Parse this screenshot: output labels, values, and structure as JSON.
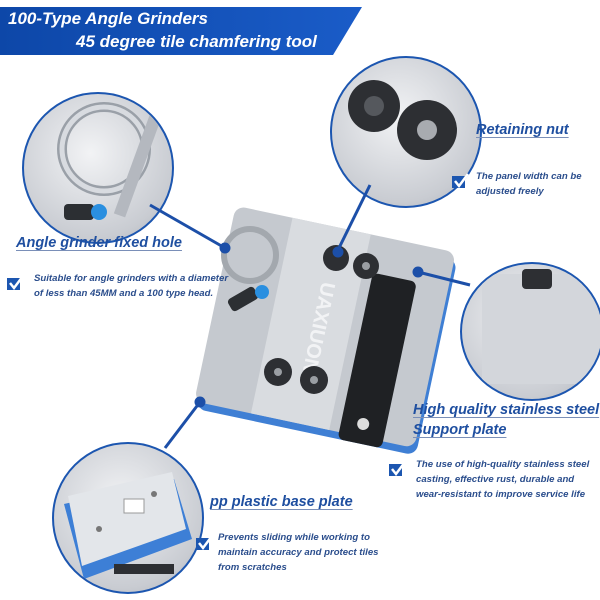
{
  "banner": {
    "line1": "100-Type Angle Grinders",
    "line2": "45 degree tile chamfering tool"
  },
  "features": [
    {
      "title": "Angle grinder fixed hole",
      "desc": "Suitable for angle grinders with a diameter of less than 45MM and a 100 type head."
    },
    {
      "title": "Retaining nut",
      "desc": "The panel width can be adjusted freely"
    },
    {
      "title": "High quality stainless steel Support plate",
      "title_line1": "High quality stainless steel",
      "title_line2": "Support plate",
      "desc": "The use of high-quality stainless steel casting, effective rust, durable and wear-resistant to improve service life"
    },
    {
      "title": "pp plastic base plate",
      "desc": "Prevents sliding while working to maintain accuracy and protect tiles from scratches"
    }
  ],
  "product": {
    "logo_text": "UAXIUON"
  },
  "colors": {
    "accent": "#1c56b0",
    "text": "#2a4d8c",
    "banner": "#0d47a8"
  },
  "icons": {
    "check": "checkbox-check-icon"
  }
}
